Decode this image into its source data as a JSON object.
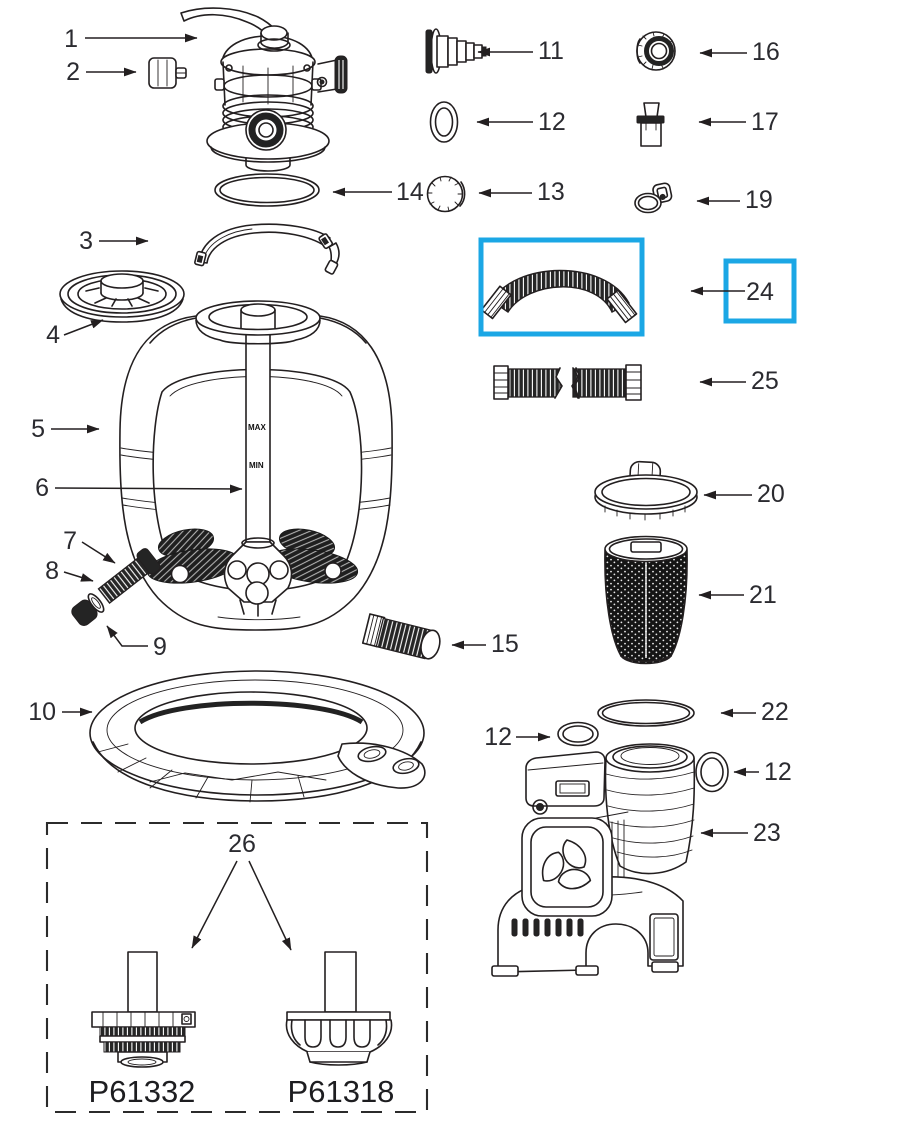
{
  "diagram": {
    "background": "#ffffff",
    "line_color": "#231f20",
    "highlight_color": "#1BA7E5",
    "highlighted_callout": "24",
    "callouts": {
      "1": "1",
      "2": "2",
      "3": "3",
      "4": "4",
      "5": "5",
      "6": "6",
      "7": "7",
      "8": "8",
      "9": "9",
      "10": "10",
      "11": "11",
      "12": "12",
      "13": "13",
      "14": "14",
      "15": "15",
      "16": "16",
      "17": "17",
      "19": "19",
      "20": "20",
      "21": "21",
      "22": "22",
      "23": "23",
      "24": "24",
      "25": "25",
      "26": "26"
    },
    "tank_markings": {
      "max": "MAX",
      "min": "MIN"
    },
    "replacement_parts": {
      "callout": "26",
      "left_code": "P61332",
      "right_code": "P61318"
    }
  }
}
